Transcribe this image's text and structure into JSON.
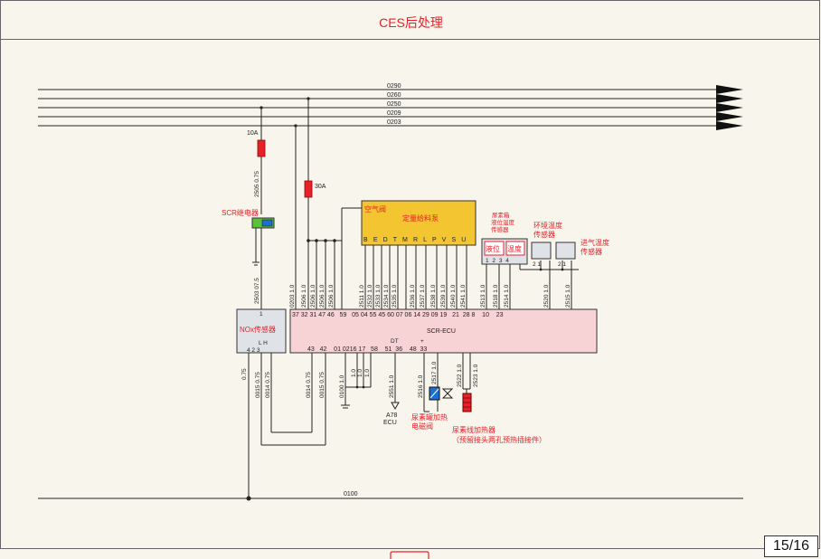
{
  "title": "CES后处理",
  "page_number": "15/16",
  "buses": [
    "0290",
    "0260",
    "0250",
    "0209",
    "0203"
  ],
  "bottom_bus": "0100",
  "fuses": {
    "f1": "10A",
    "f2": "30A"
  },
  "components": {
    "relay": "SCR继电器",
    "nox": "NOx传感器",
    "pump_air": "空气阀",
    "pump": "定量给料泵",
    "tank_sensor": "尿素箱\n液位温度\n传感器",
    "level": "液位",
    "temp": "温度",
    "ambient": "环境温度\n传感器",
    "intake": "进气温度\n传感器",
    "ecu": "SCR-ECU",
    "a78": "A78\nECU",
    "valve": "尿素罐加热\n电磁阀",
    "heater": "尿素线加热器\n（预留接头两孔预热插接件）"
  },
  "pump_pins": "B E D T M R L P V S U",
  "ecu_top_pins": "37 32 31 47 46   59   05 04 55 45 60 07 06 14 29 09 19   21  28 8    10    23",
  "ecu_bottom_pins": "43   42    01 0216 17   58    51  36    48  33",
  "ecu_dt": "DT",
  "ecu_plus": "+",
  "nox_pins_top": "1",
  "nox_pins_bottom": "4  2   3",
  "nox_lh": "L  H",
  "tank_pins": "1  2   3  4",
  "amb_pins": "2   1",
  "intake_pins": "2   1",
  "wire_labels": {
    "w2505": "2505 0.75",
    "w2503": "2503 07.5",
    "w0203": "0203 1.0",
    "w2506a": "2506 1.0",
    "w2506b": "2506 1.0",
    "w2506c": "2506 1.0",
    "w2506d": "2506 1.0",
    "w2511": "2511 1.0",
    "w2532": "2532 1.0",
    "w2533": "2533 1.0",
    "w2534": "2534 1.0",
    "w2535": "2535 1.0",
    "w2536": "2536 1.0",
    "w2537": "2537 1.0",
    "w2538": "2538 1.0",
    "w2539": "2539 1.0",
    "w2540": "2540 1.0",
    "w2541": "2541 1.0",
    "w2513": "2513 1.0",
    "w2518": "2518 1.0",
    "w2514": "2514 1.0",
    "w2520": "2520 1.0",
    "w2515": "2515 1.0",
    "w075": "0.75",
    "w0015a": "0015 0.75",
    "w0014a": "0014 0.75",
    "w0014b": "0014 0.75",
    "w0015b": "0015 0.75",
    "w0100": "0100 1.0",
    "w10a": "1.0",
    "w10b": "1.0",
    "w10c": "1.0",
    "w2551": "2551 1.0",
    "w2516": "2516 1.0",
    "w2517": "2517 1.0",
    "w2522": "2522 1.0",
    "w2523": "2523 1.0"
  },
  "colors": {
    "red": "#e8202a",
    "yellow": "#f3c531",
    "pink": "#f8d3d6",
    "grey": "#dfe3e8"
  }
}
